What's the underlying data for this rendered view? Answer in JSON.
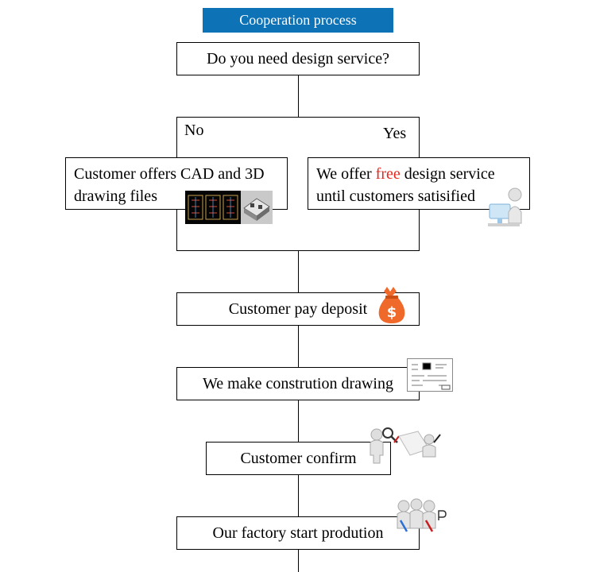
{
  "title": "Cooperation process",
  "steps": {
    "question": "Do you need design service?",
    "branch_no": "No",
    "branch_yes": "Yes",
    "left_option": {
      "line1": "Customer offers CAD and 3D",
      "line2": "drawing files"
    },
    "right_option": {
      "line1_prefix": "We offer ",
      "line1_highlight": "free",
      "line1_suffix": " design service",
      "line2": "until customers satisified"
    },
    "deposit": "Customer pay deposit",
    "drawing": "We make constrution drawing",
    "confirm": "Customer confirm",
    "production": "Our factory start prodution"
  },
  "icons": {
    "cad": "cad-drawing-thumbnail-icon",
    "render3d": "3d-render-thumbnail-icon",
    "designer": "designer-at-computer-icon",
    "money": "money-bag-dollar-icon",
    "blueprint": "construction-drawing-sheet-icon",
    "inspect": "figure-with-magnifier-icon",
    "workers": "workers-with-tools-icon"
  },
  "colors": {
    "title_bg": "#0e72b7",
    "highlight": "#e8281f",
    "money_bag": "#ef6a2a"
  }
}
